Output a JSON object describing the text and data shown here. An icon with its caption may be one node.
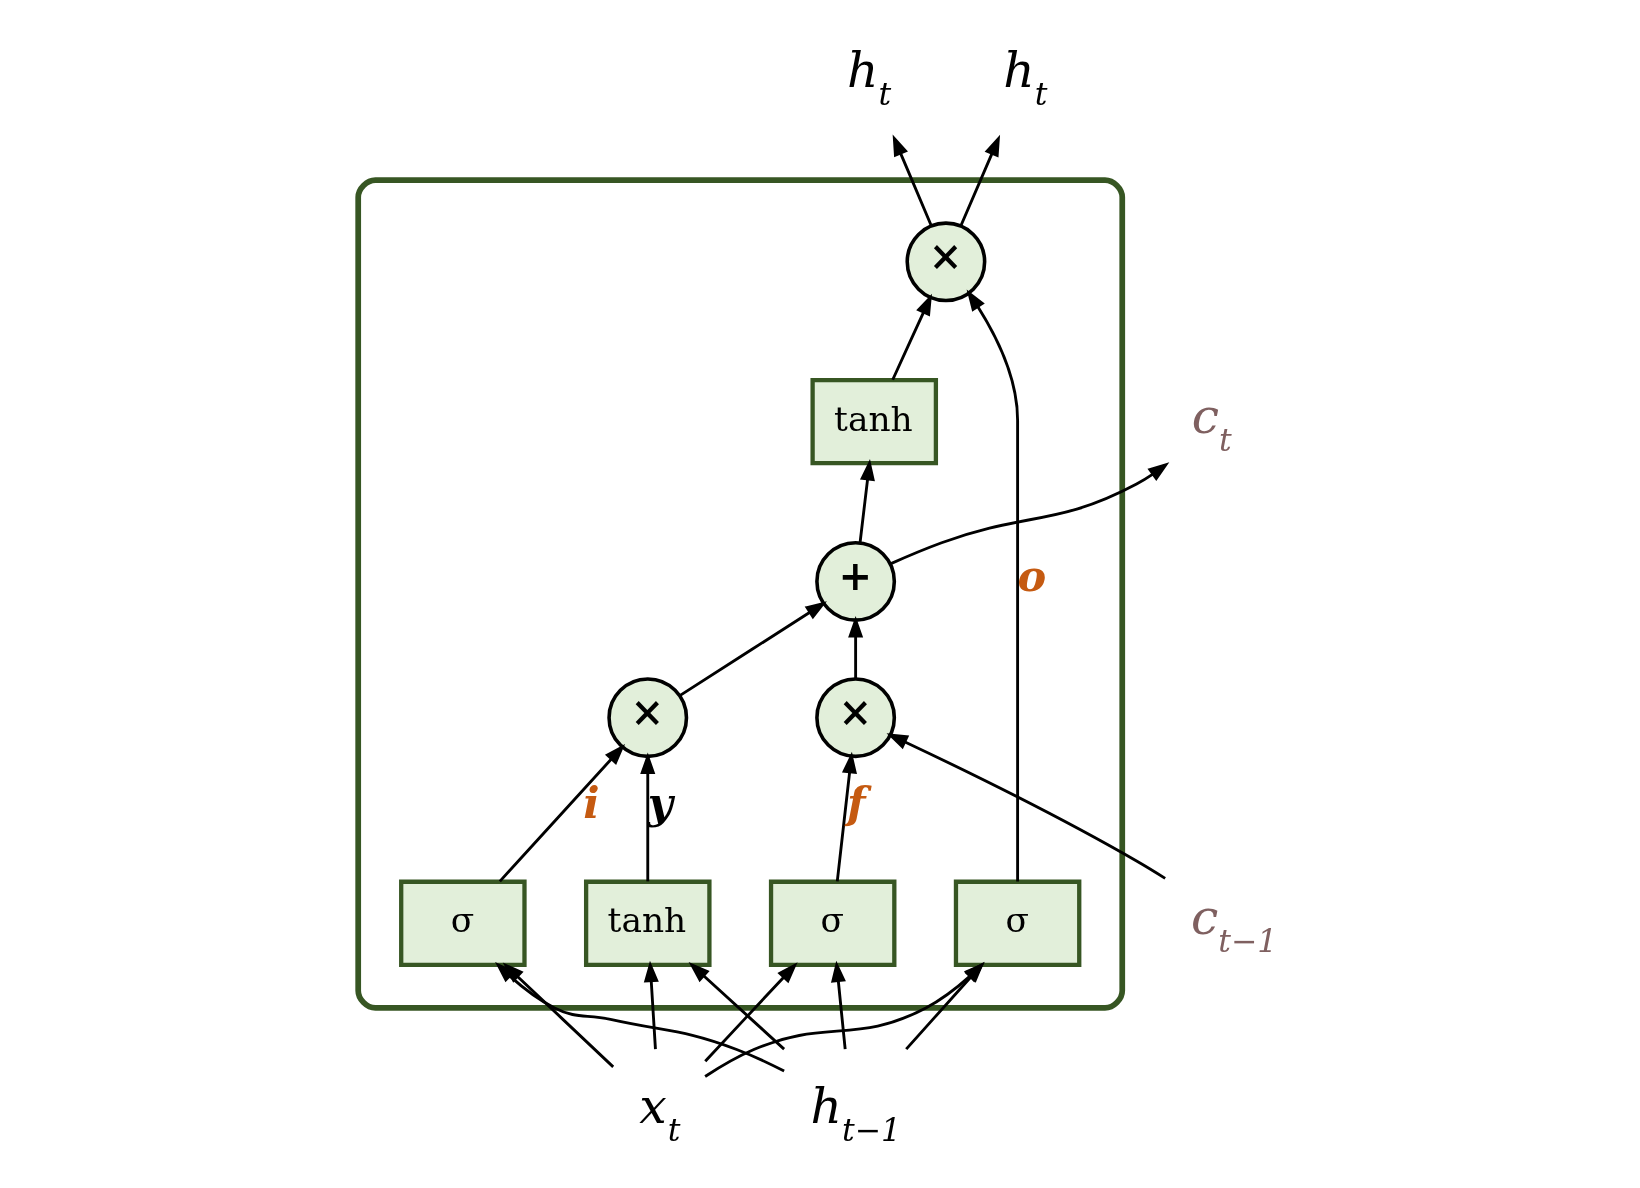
{
  "diagram": {
    "nodes": [
      {
        "text": [],
        "shape": "box"
      },
      {
        "text": [
          "c$_{t−1}$"
        ]
      },
      {
        "text": [
          "×"
        ],
        "in": 0
      },
      {
        "text": [
          "+"
        ],
        "in": 0
      },
      {
        "text": [
          "×"
        ],
        "in": 0
      },
      {
        "text": [
          "σ"
        ],
        "in": 0
      },
      {
        "text": [
          "tanh"
        ],
        "in": 0
      },
      {
        "text": [
          "σ"
        ],
        "in": 0
      },
      {
        "text": [
          "σ"
        ],
        "in": 0
      },
      {
        "text": [
          "tanh"
        ],
        "in": 0
      },
      {
        "text": [
          "×"
        ],
        "in": 0
      },
      {
        "text": [
          "h$_{t−1}$"
        ]
      },
      {
        "text": [
          "x$_{t}$"
        ]
      },
      {
        "text": [
          "c$_{t}$"
        ]
      },
      {
        "text": [
          "h$_{t}$"
        ]
      },
      {
        "text": [
          "h$_{t}$"
        ]
      }
    ],
    "edges": [
      {
        "from": 1,
        "to": 2,
        "arrow": "to"
      },
      {
        "from": 2,
        "to": 3,
        "arrow": "to"
      },
      {
        "from": 3,
        "to": 13,
        "arrow": "to"
      },
      {
        "from": 3,
        "to": 9,
        "arrow": "to"
      },
      {
        "from": 5,
        "to": 2,
        "arrow": "to",
        "label": "f"
      },
      {
        "from": 6,
        "to": 4,
        "arrow": "to",
        "label": "y"
      },
      {
        "from": 7,
        "to": 4,
        "arrow": "to",
        "label": "i"
      },
      {
        "from": 4,
        "to": 3,
        "arrow": "to"
      },
      {
        "from": 8,
        "to": 10,
        "arrow": "to",
        "label": "o"
      },
      {
        "from": 9,
        "to": 10,
        "arrow": "to"
      },
      {
        "from": 10,
        "to": 14,
        "arrow": "to"
      },
      {
        "from": 10,
        "to": 15,
        "arrow": "to"
      },
      {
        "from": 11,
        "to": 5,
        "arrow": "to"
      },
      {
        "from": 11,
        "to": 6,
        "arrow": "to"
      },
      {
        "from": 11,
        "to": 7,
        "arrow": "to"
      },
      {
        "from": 11,
        "to": 8,
        "arrow": "to"
      },
      {
        "from": 12,
        "to": 5,
        "arrow": "to"
      },
      {
        "from": 12,
        "to": 6,
        "arrow": "to"
      },
      {
        "from": 12,
        "to": 7,
        "arrow": "to"
      },
      {
        "from": 12,
        "to": 8,
        "arrow": "to"
      }
    ]
  }
}
